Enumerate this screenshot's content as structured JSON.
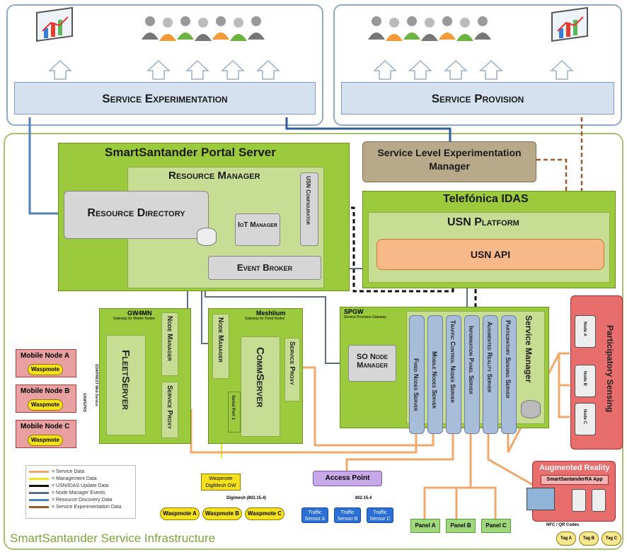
{
  "top": {
    "experimentation": "Service Experimentation",
    "provision": "Service Provision"
  },
  "portal": {
    "title": "SmartSantander Portal Server",
    "resource_manager": "Resource Manager",
    "resource_directory": "Resource Directory",
    "iot_manager": "IoT Manager",
    "usn_configurator": "USN Configurator",
    "event_broker": "Event Broker"
  },
  "slem": "Service Level Experimentation Manager",
  "idas": {
    "title": "Telefónica IDAS",
    "platform": "USN Platform",
    "api": "USN API"
  },
  "gw4mn": {
    "title": "GW4MN",
    "subtitle": "Gateway for Mobile Nodes",
    "fleet": "FleetServer",
    "node_manager": "Node Manager",
    "service_proxy": "Service Proxy",
    "soap": "SOAP/REST Web Service",
    "gsm": "GSM/GPRS"
  },
  "meshlium": {
    "title": "Meshlium",
    "subtitle": "Gateway for Fixed Nodes",
    "node_manager": "Node Manager",
    "comm": "CommServer",
    "service_proxy": "Service Proxy",
    "serial": "Serial Port 1"
  },
  "spgw": {
    "title": "SPGW",
    "subtitle": "Service Provision Gateway",
    "so_node": "SO Node Manager",
    "service_manager": "Service Manager",
    "servers": [
      "Fixed Nodes Server",
      "Mobile Nodes Server",
      "Traffic Control Nodes Server",
      "Information Panel Server",
      "Augmented Reality Server",
      "Participatory Sensing Server"
    ]
  },
  "mobile_nodes": [
    {
      "name": "Mobile Node A",
      "tag": "Waspmote"
    },
    {
      "name": "Mobile Node B",
      "tag": "Waspmote"
    },
    {
      "name": "Mobile Node C",
      "tag": "Waspmote"
    }
  ],
  "participatory": {
    "title": "Participatory Sensing",
    "nodes": [
      "Node A",
      "Node B",
      "Node C"
    ]
  },
  "augmented": {
    "title": "Augmented Reality",
    "app": "SmartSantanderRA App",
    "nfc": "NFC / QR Codes",
    "tags": [
      "Tag A",
      "Tag B",
      "Tag C"
    ]
  },
  "waspmote_gw": "Waspmote DigiMesh GW",
  "digimesh": "Digimesh (802.15.4)",
  "waspmotes": [
    "Waspmote A",
    "Waspmote B",
    "Waspmote C"
  ],
  "access_point": "Access Point",
  "ap_protocol": "802.15.4",
  "traffic_sensors": [
    "Traffic Sensor A",
    "Traffic Sensor B",
    "Traffic Sensor C"
  ],
  "panels": [
    "Panel A",
    "Panel B",
    "Panel C"
  ],
  "legend": [
    {
      "label": "= Service Data",
      "color": "#f2a86b"
    },
    {
      "label": "= Management Data",
      "color": "#f0e020"
    },
    {
      "label": "= USN/IDAS Update Data",
      "color": "#111111"
    },
    {
      "label": "= Node Manager Events",
      "color": "#5a6e8c"
    },
    {
      "label": "= Resource Discovery Data",
      "color": "#4f81bd"
    },
    {
      "label": "= Service Experimentation Data",
      "color": "#9c5a2a"
    }
  ],
  "infra_label": "SmartSantander Service Infrastructure"
}
